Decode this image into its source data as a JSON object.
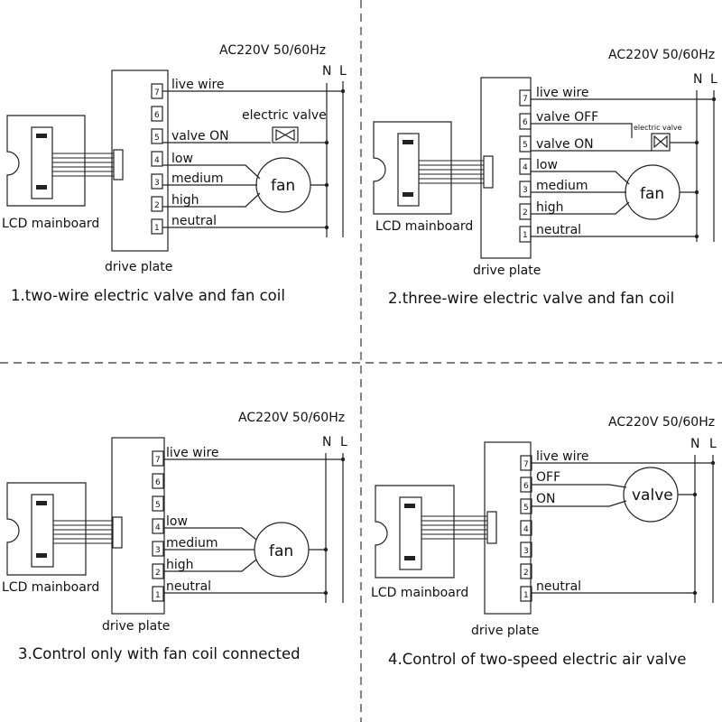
{
  "supply": {
    "voltage": "AC220V 50/60Hz",
    "n": "N",
    "l": "L"
  },
  "common": {
    "lcd": "LCD mainboard",
    "drive": "drive plate",
    "fan": "fan"
  },
  "panels": [
    {
      "caption": "1.two-wire electric valve and fan coil",
      "pins": [
        "7",
        "6",
        "5",
        "4",
        "3",
        "2",
        "1"
      ],
      "labels": {
        "live": "live wire",
        "valve_on": "valve ON",
        "low": "low",
        "medium": "medium",
        "high": "high",
        "neutral": "neutral",
        "valve": "electric valve"
      }
    },
    {
      "caption": "2.three-wire electric valve and fan coil",
      "pins": [
        "7",
        "6",
        "5",
        "4",
        "3",
        "2",
        "1"
      ],
      "labels": {
        "live": "live wire",
        "valve_off": "valve OFF",
        "valve_on": "valve ON",
        "low": "low",
        "medium": "medium",
        "high": "high",
        "neutral": "neutral",
        "valve": "electric valve"
      }
    },
    {
      "caption": "3.Control only with fan coil connected",
      "pins": [
        "7",
        "6",
        "5",
        "4",
        "3",
        "2",
        "1"
      ],
      "labels": {
        "live": "live wire",
        "low": "low",
        "medium": "medium",
        "high": "high",
        "neutral": "neutral"
      }
    },
    {
      "caption": "4.Control of two-speed electric air valve",
      "pins": [
        "7",
        "6",
        "5",
        "4",
        "3",
        "2",
        "1"
      ],
      "labels": {
        "live": "live wire",
        "off": "OFF",
        "on": "ON",
        "neutral": "neutral",
        "valve": "valve"
      }
    }
  ]
}
